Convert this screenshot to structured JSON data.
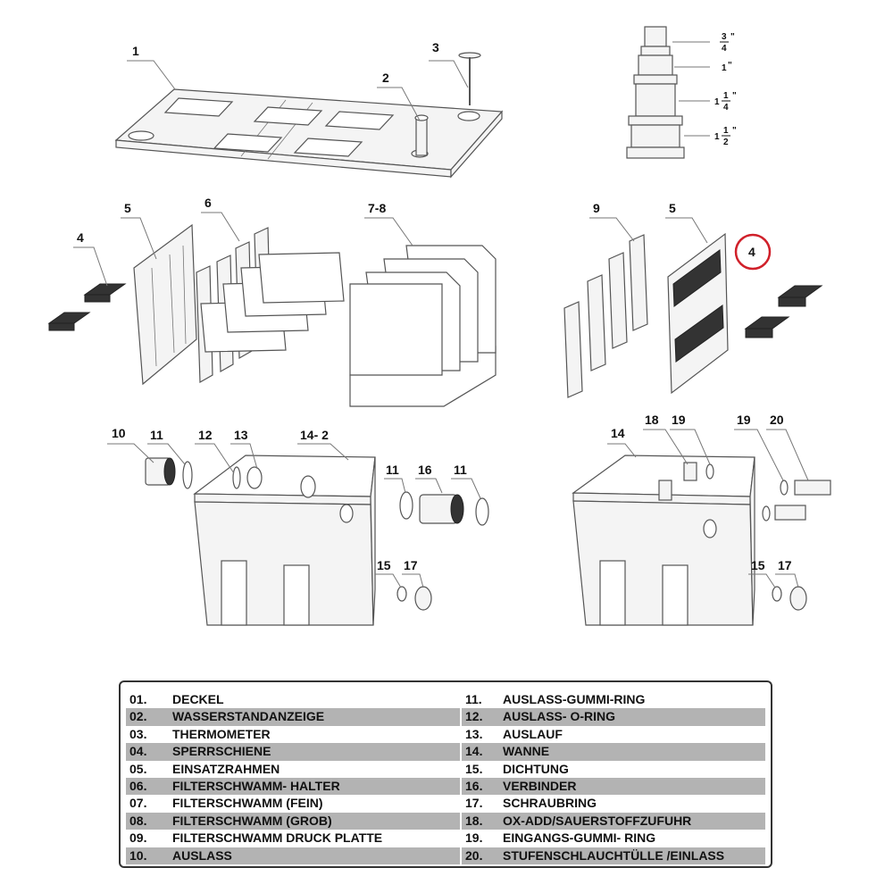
{
  "callouts": [
    "1",
    "2",
    "3",
    "4",
    "5",
    "6",
    "7-8",
    "9",
    "5",
    "4",
    "10",
    "11",
    "12",
    "13",
    "14- 2",
    "11",
    "16",
    "11",
    "15",
    "17",
    "14",
    "18",
    "19",
    "19",
    "20",
    "15",
    "17"
  ],
  "hose_sizes": [
    {
      "whole": "",
      "num": "3",
      "den": "4"
    },
    {
      "whole": "1",
      "num": "",
      "den": ""
    },
    {
      "whole": "1",
      "num": "1",
      "den": "4"
    },
    {
      "whole": "1",
      "num": "1",
      "den": "2"
    }
  ],
  "inch_mark": "\"",
  "highlight_color": "#d0202a",
  "legend": {
    "left": [
      {
        "num": "01.",
        "text": "DECKEL",
        "shaded": false
      },
      {
        "num": "02.",
        "text": "WASSERSTANDANZEIGE",
        "shaded": true
      },
      {
        "num": "03.",
        "text": "THERMOMETER",
        "shaded": false
      },
      {
        "num": "04.",
        "text": "SPERRSCHIENE",
        "shaded": true
      },
      {
        "num": "05.",
        "text": "EINSATZRAHMEN",
        "shaded": false
      },
      {
        "num": "06.",
        "text": "FILTERSCHWAMM- HALTER",
        "shaded": true
      },
      {
        "num": "07.",
        "text": "FILTERSCHWAMM (FEIN)",
        "shaded": false
      },
      {
        "num": "08.",
        "text": "FILTERSCHWAMM (GROB)",
        "shaded": true
      },
      {
        "num": "09.",
        "text": "FILTERSCHWAMM DRUCK PLATTE",
        "shaded": false
      },
      {
        "num": "10.",
        "text": "AUSLASS",
        "shaded": true
      }
    ],
    "right": [
      {
        "num": "11.",
        "text": "AUSLASS-GUMMI-RING",
        "shaded": false
      },
      {
        "num": "12.",
        "text": "AUSLASS- O-RING",
        "shaded": true
      },
      {
        "num": "13.",
        "text": "AUSLAUF",
        "shaded": false
      },
      {
        "num": "14.",
        "text": "WANNE",
        "shaded": true
      },
      {
        "num": "15.",
        "text": "DICHTUNG",
        "shaded": false
      },
      {
        "num": "16.",
        "text": "VERBINDER",
        "shaded": true
      },
      {
        "num": "17.",
        "text": "SCHRAUBRING",
        "shaded": false
      },
      {
        "num": "18.",
        "text": "OX-ADD/SAUERSTOFFZUFUHR",
        "shaded": true
      },
      {
        "num": "19.",
        "text": "EINGANGS-GUMMI- RING",
        "shaded": false
      },
      {
        "num": "20.",
        "text": "STUFENSCHLAUCHTÜLLE /EINLASS",
        "shaded": true
      }
    ]
  }
}
